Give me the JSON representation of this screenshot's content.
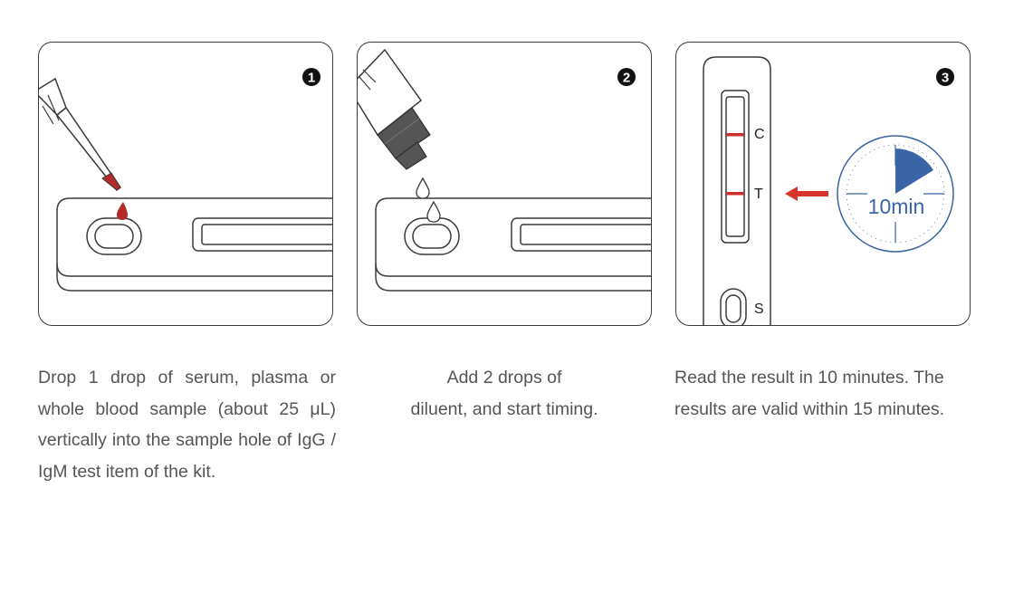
{
  "steps": [
    {
      "number": "1",
      "caption": "Drop 1 drop of serum, plasma or whole blood sample (about 25 μL) vertically into the sample hole of IgG / IgM test item of the kit."
    },
    {
      "number": "2",
      "caption_line1": "Add 2 drops of",
      "caption_line2": "diluent, and start timing."
    },
    {
      "number": "3",
      "caption": "Read the result in 10 minutes. The results are valid within 15 minutes.",
      "labels": {
        "control": "C",
        "test": "T",
        "sample": "S"
      },
      "timer_label": "10min"
    }
  ],
  "colors": {
    "outline": "#3a3a3a",
    "blood": "#b22a2a",
    "line_red": "#c9302c",
    "arrow": "#d9342b",
    "timer_blue": "#3a64a5",
    "dropper_dark": "#555555"
  }
}
